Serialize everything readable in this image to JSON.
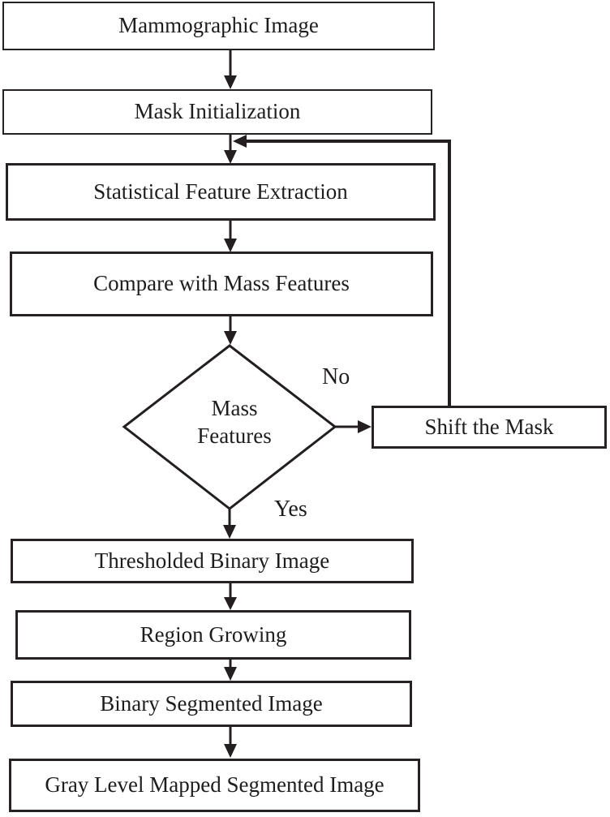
{
  "diagram": {
    "type": "flowchart",
    "description": "Mass segmentation flowchart for mammographic images",
    "colors": {
      "background": "#ffffff",
      "line": "#231f20",
      "text": "#1f1c1d",
      "node_fill": "#ffffff"
    },
    "nodes": [
      {
        "id": "mammographic_image",
        "label": "Mammographic Image",
        "shape": "rect"
      },
      {
        "id": "mask_initialization",
        "label": "Mask Initialization",
        "shape": "rect"
      },
      {
        "id": "statistical_feature_extraction",
        "label": "Statistical Feature Extraction",
        "shape": "rect"
      },
      {
        "id": "compare_with_mass_features",
        "label": "Compare with Mass Features",
        "shape": "rect"
      },
      {
        "id": "mass_features",
        "label": "Mass Features",
        "shape": "diamond"
      },
      {
        "id": "shift_the_mask",
        "label": "Shift the Mask",
        "shape": "rect"
      },
      {
        "id": "thresholded_binary_image",
        "label": "Thresholded Binary Image",
        "shape": "rect"
      },
      {
        "id": "region_growing",
        "label": "Region Growing",
        "shape": "rect"
      },
      {
        "id": "binary_segmented_image",
        "label": "Binary Segmented Image",
        "shape": "rect"
      },
      {
        "id": "gray_level_mapped_segmented_image",
        "label": "Gray Level Mapped Segmented Image",
        "shape": "rect"
      }
    ],
    "edges": [
      {
        "from": "mammographic_image",
        "to": "mask_initialization",
        "label": ""
      },
      {
        "from": "mask_initialization",
        "to": "statistical_feature_extraction",
        "label": ""
      },
      {
        "from": "statistical_feature_extraction",
        "to": "compare_with_mass_features",
        "label": ""
      },
      {
        "from": "compare_with_mass_features",
        "to": "mass_features",
        "label": ""
      },
      {
        "from": "mass_features",
        "to": "shift_the_mask",
        "label": "No"
      },
      {
        "from": "shift_the_mask",
        "to": "statistical_feature_extraction",
        "label": "",
        "note": "feedback loop"
      },
      {
        "from": "mass_features",
        "to": "thresholded_binary_image",
        "label": "Yes"
      },
      {
        "from": "thresholded_binary_image",
        "to": "region_growing",
        "label": ""
      },
      {
        "from": "region_growing",
        "to": "binary_segmented_image",
        "label": ""
      },
      {
        "from": "binary_segmented_image",
        "to": "gray_level_mapped_segmented_image",
        "label": ""
      }
    ]
  }
}
